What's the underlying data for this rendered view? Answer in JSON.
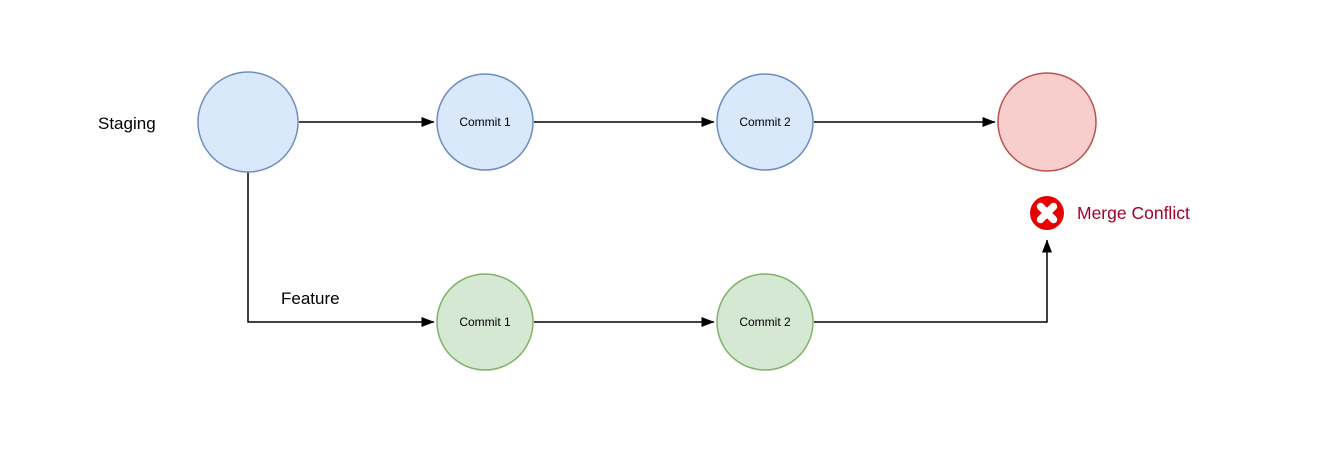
{
  "diagram": {
    "type": "git-branch-merge-conflict",
    "background": "#ffffff",
    "branches": {
      "staging": {
        "label": "Staging",
        "commits": [
          "Commit 1",
          "Commit 2"
        ]
      },
      "feature": {
        "label": "Feature",
        "commits": [
          "Commit 1",
          "Commit 2"
        ]
      }
    },
    "conflict": {
      "label": "Merge Conflict",
      "icon": "error-x-icon"
    },
    "colors": {
      "staging_node_fill": "#dae8fc",
      "staging_node_stroke": "#6c8ebf",
      "feature_node_fill": "#d5e8d4",
      "feature_node_stroke": "#82b366",
      "merge_node_fill": "#f8cecc",
      "merge_node_stroke": "#b85450",
      "error_icon_fill": "#e60000",
      "error_icon_x": "#ffffff",
      "conflict_text": "#a20025",
      "arrow": "#000000",
      "label_text": "#000000"
    }
  }
}
